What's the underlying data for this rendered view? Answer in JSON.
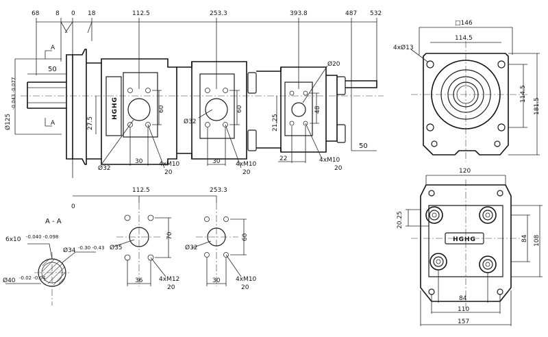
{
  "top_dims": [
    "68",
    "8",
    "0",
    "18",
    "112.5",
    "253.3",
    "393.8",
    "487",
    "532"
  ],
  "left_dims": {
    "d50": "50",
    "phi125": "Ø125",
    "phi125_tol": "-0.043 -0.077",
    "d27_5": "27.5",
    "section_mark": "A"
  },
  "front_view": {
    "brand": "HGHG",
    "p1": {
      "port": "Ø32",
      "spacing": "60",
      "width": "30",
      "bolt": "4xM10",
      "depth": "20"
    },
    "p2": {
      "port": "Ø32",
      "spacing": "60",
      "width": "30",
      "bolt": "4xM10",
      "depth": "20"
    },
    "p3": {
      "port": "Ø20",
      "spacing": "48",
      "h": "21.25",
      "width": "22",
      "bolt": "4xM10",
      "depth": "20"
    },
    "shaft_end": "50"
  },
  "lower_dims": {
    "zero": "0",
    "x1": "112.5",
    "x2": "253.3"
  },
  "section_aa": {
    "title": "A - A",
    "spline": "6x10",
    "spline_tol": "-0.040 -0.098",
    "minor": "Ø34",
    "minor_tol": "-0.30 -0.43",
    "major": "Ø40",
    "major_tol": "-0.02 -0.04"
  },
  "port_detail_1": {
    "port": "Ø35",
    "spacing": "70",
    "width": "36",
    "bolt": "4xM12",
    "depth": "20"
  },
  "port_detail_2": {
    "port": "Ø32",
    "spacing": "60",
    "width": "30",
    "bolt": "4xM10",
    "depth": "20"
  },
  "end_view": {
    "square": "□146",
    "bolt_pcd": "114.5",
    "bolt_pcd_v": "114.5",
    "height": "181.5",
    "holes": "4xØ13"
  },
  "rear_view": {
    "top": "120",
    "left": "20.25",
    "r84": "84",
    "r108": "108",
    "b84": "84",
    "b110": "110",
    "b157": "157",
    "brand": "HGHG"
  }
}
